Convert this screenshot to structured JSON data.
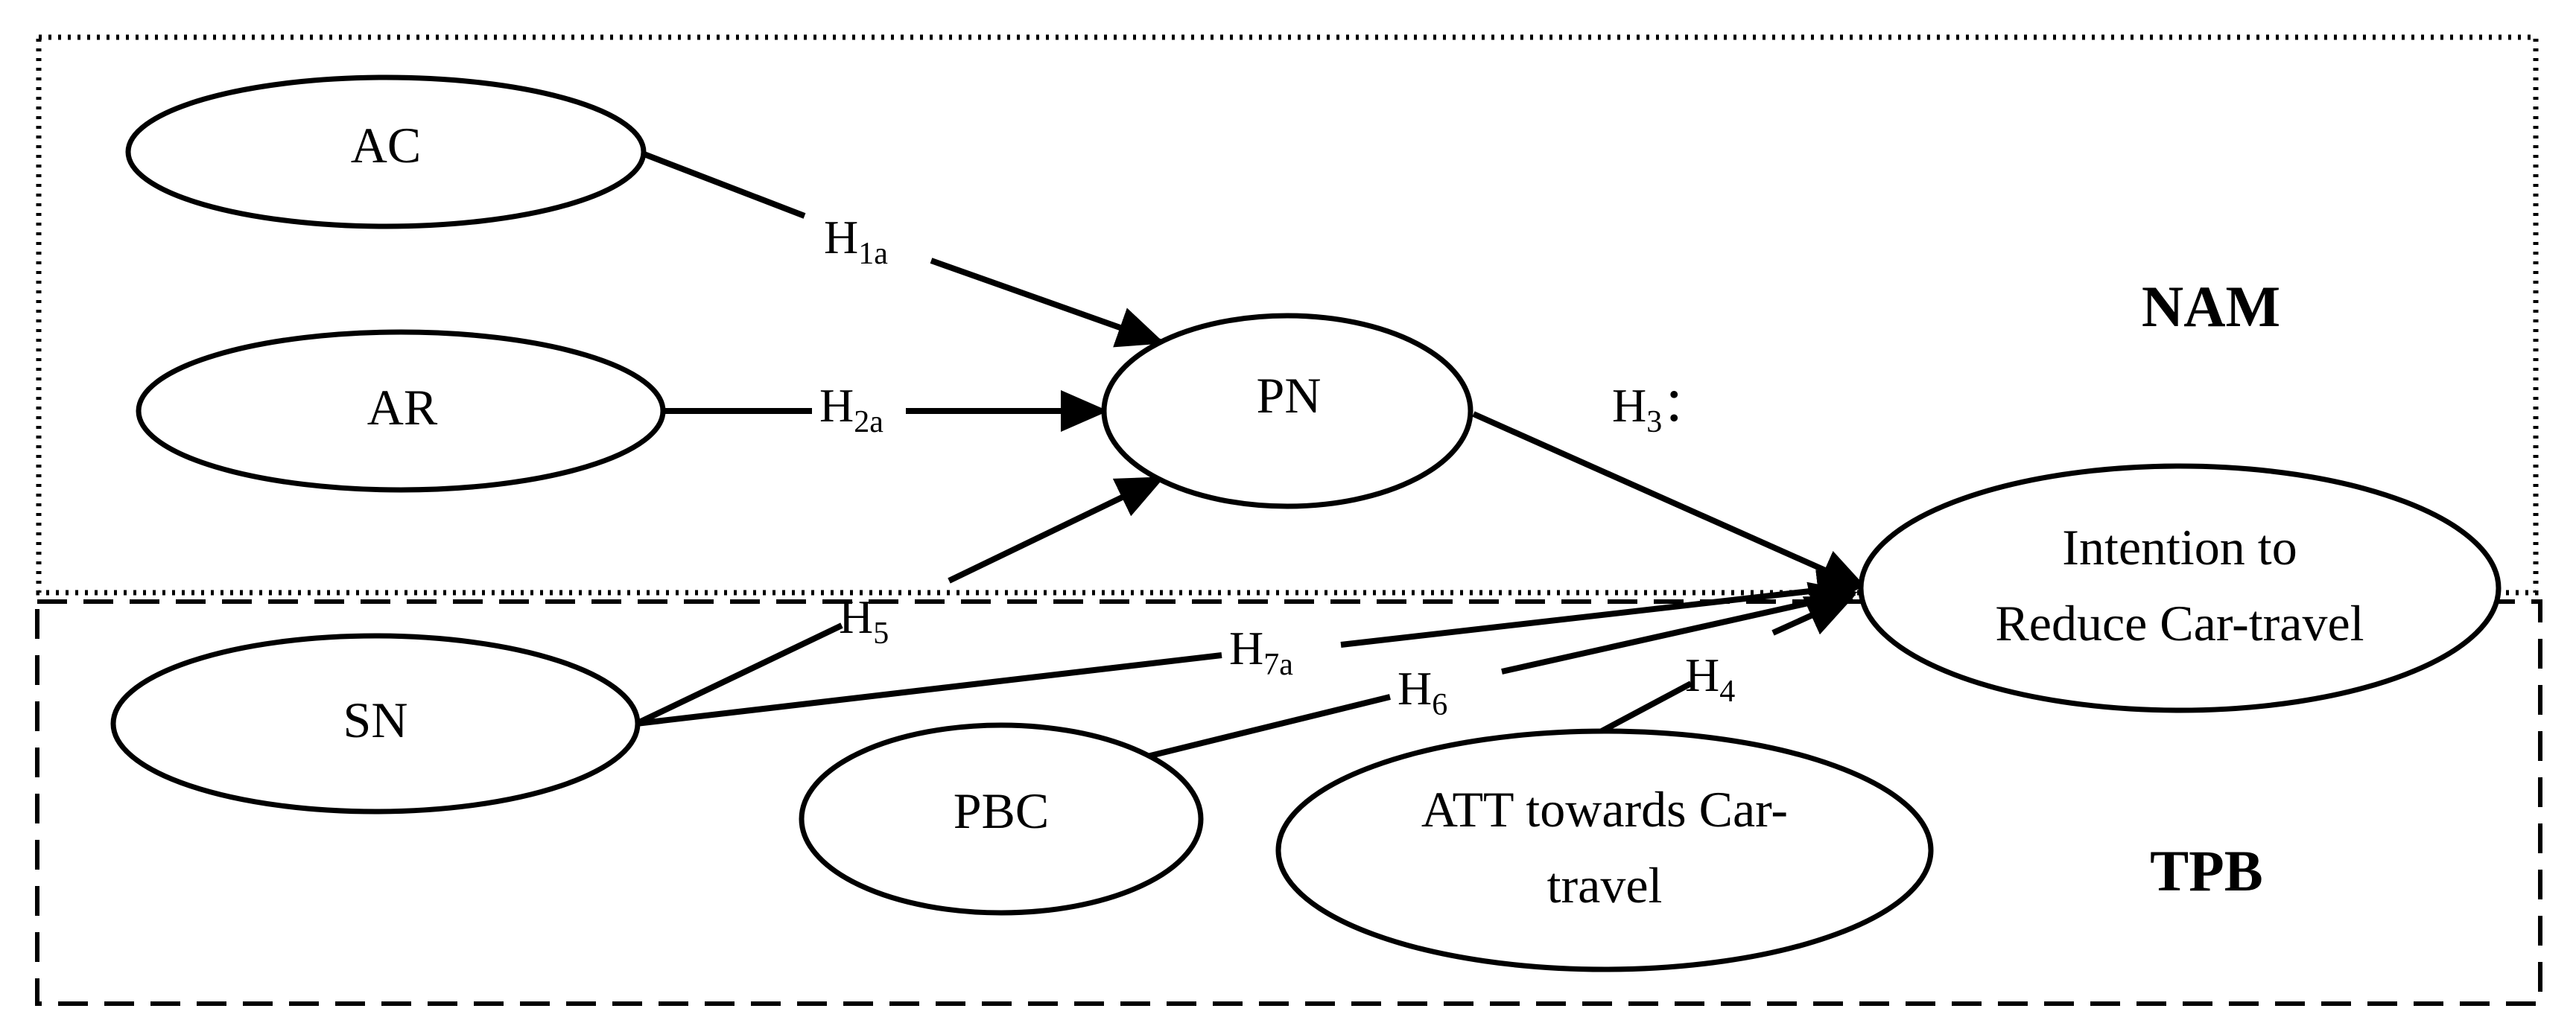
{
  "regions": {
    "nam": {
      "title": "NAM",
      "border": "dotted"
    },
    "tpb": {
      "title": "TPB",
      "border": "dashed"
    }
  },
  "nodes": {
    "ac": {
      "lines": [
        "AC"
      ]
    },
    "ar": {
      "lines": [
        "AR"
      ]
    },
    "pn": {
      "lines": [
        "PN"
      ]
    },
    "sn": {
      "lines": [
        "SN"
      ]
    },
    "pbc": {
      "lines": [
        "PBC"
      ]
    },
    "att": {
      "lines": [
        "ATT towards Car-",
        "travel"
      ]
    },
    "intention": {
      "lines": [
        "Intention to",
        "Reduce Car-travel"
      ]
    }
  },
  "edges": {
    "h1a": {
      "from": "AC",
      "to": "PN",
      "main": "H",
      "sub": "1a",
      "suffix": ""
    },
    "h2a": {
      "from": "AR",
      "to": "PN",
      "main": "H",
      "sub": "2a",
      "suffix": ""
    },
    "h3": {
      "from": "PN",
      "to": "Intention to Reduce Car-travel",
      "main": "H",
      "sub": "3",
      "suffix": "："
    },
    "h5": {
      "from": "SN",
      "to": "PN",
      "main": "H",
      "sub": "5",
      "suffix": ""
    },
    "h7a": {
      "from": "SN",
      "to": "Intention to Reduce Car-travel",
      "main": "H",
      "sub": "7a",
      "suffix": ""
    },
    "h6": {
      "from": "PBC",
      "to": "Intention to Reduce Car-travel",
      "main": "H",
      "sub": "6",
      "suffix": ""
    },
    "h4": {
      "from": "ATT towards Car-travel",
      "to": "Intention to Reduce Car-travel",
      "main": "H",
      "sub": "4",
      "suffix": ""
    }
  },
  "colors": {
    "stroke": "#000000",
    "background": "#ffffff"
  }
}
